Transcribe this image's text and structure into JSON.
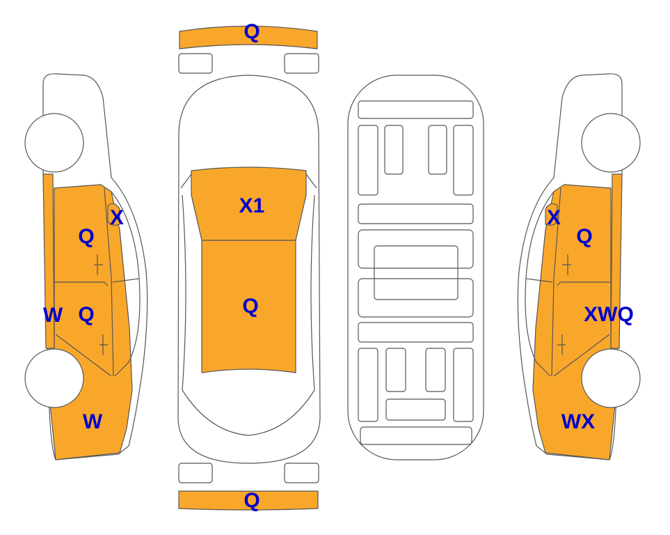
{
  "colors": {
    "damaged_panel": "#F9A72B",
    "label": "#0000CC"
  },
  "labels": {
    "front_bumper": "Q",
    "rear_bumper": "Q",
    "roof_front": "X1",
    "roof_main": "Q",
    "left_mirror_area": "X",
    "left_front_door": "Q",
    "left_rear_door": "Q",
    "left_rocker": "W",
    "left_rear_fender": "W",
    "right_mirror_area": "X",
    "right_front_door": "Q",
    "right_rear_door": "XWQ",
    "right_rear_fender": "WX"
  }
}
